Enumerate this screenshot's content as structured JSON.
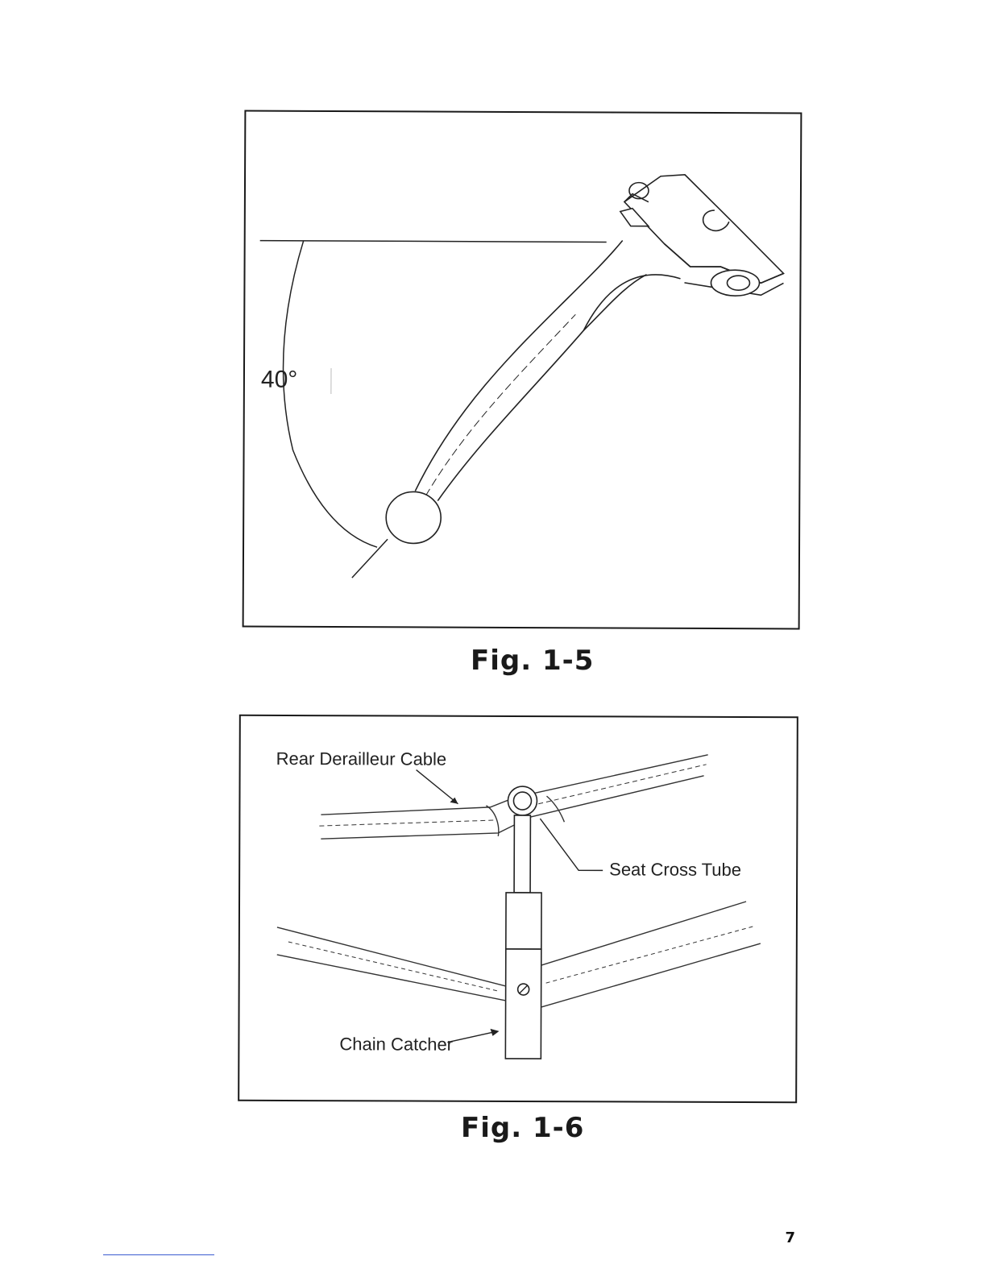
{
  "figures": [
    {
      "caption": "Fig. 1-5",
      "angle_label": "40°"
    },
    {
      "caption": "Fig. 1-6",
      "labels": {
        "rear_derailleur_cable": "Rear Derailleur Cable",
        "seat_cross_tube": "Seat Cross Tube",
        "chain_catcher": "Chain Catcher"
      }
    }
  ],
  "page_number": "7"
}
